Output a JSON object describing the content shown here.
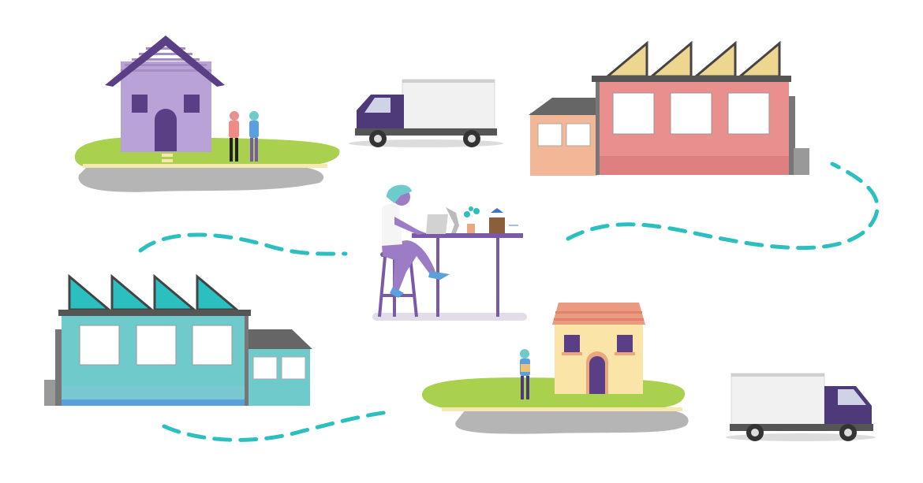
{
  "colors": {
    "background": "#ffffff",
    "path_dash": "#2bbfc0",
    "grass": "#a9d14e",
    "shadow": "#b5b5b5",
    "purple_house": "#b9a2d6",
    "purple_dark": "#5b3f86",
    "truck_cab": "#4e3a78",
    "truck_box": "#f1f1f1",
    "pink_factory": "#e9908f",
    "peach_annex": "#f2b796",
    "sawtooth_yellow": "#ecd690",
    "teal_factory": "#6fcbcb",
    "sawtooth_teal": "#2bbfc0",
    "yellow_house": "#fbe4a8",
    "roof_tiles": "#eb9a82",
    "desk_purple": "#7a5aa6",
    "floor": "#e2dde9"
  },
  "icons": [
    "purple-house",
    "delivery-truck",
    "pink-factory",
    "person-at-desk",
    "teal-factory",
    "yellow-house",
    "delivery-truck"
  ]
}
